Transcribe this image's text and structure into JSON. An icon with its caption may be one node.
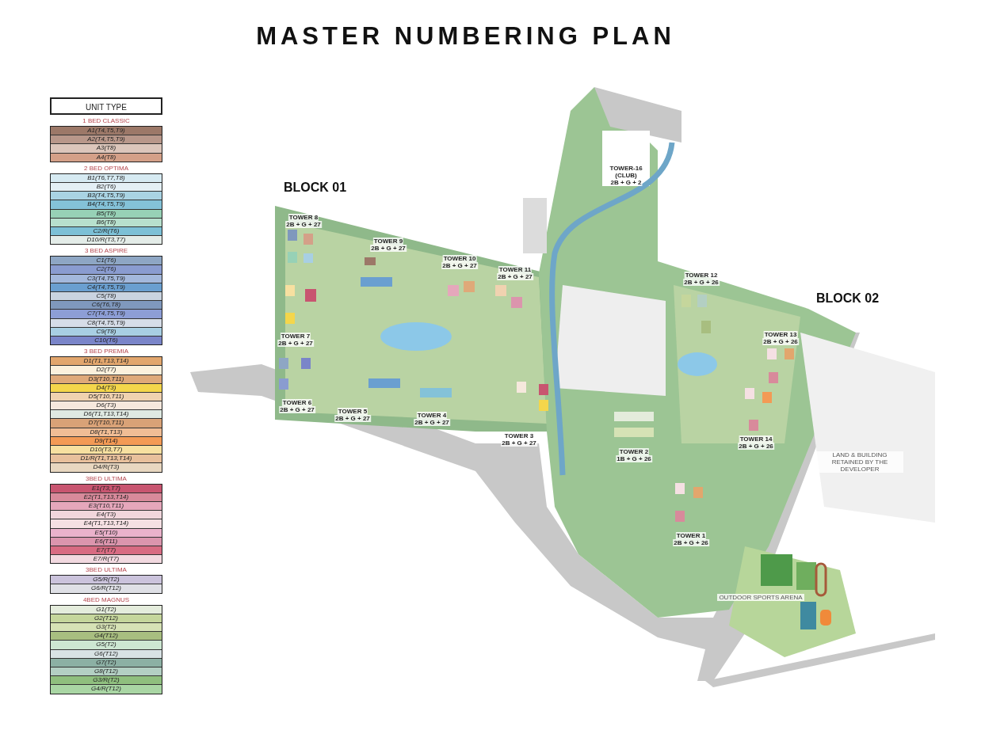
{
  "diagram": {
    "title": "MASTER NUMBERING PLAN",
    "labels": [
      "UNIT TYPE",
      "1 BED CLASSIC",
      "2 BED OPTIMA",
      "3 BED ASPIRE",
      "3 BED PREMIA",
      "3BED ULTIMA",
      "3BED ULTIMA",
      "4BED MAGNUS",
      "BLOCK 01",
      "TOWER 8",
      "2B + G + 27",
      "TOWER 9",
      "2B + G + 27",
      "TOWER 10",
      "2B + G + 27",
      "TOWER 11",
      "2B + G + 27",
      "TOWER 7",
      "2B + G + 27",
      "TOWER 6",
      "2B + G + 27",
      "TOWER 5",
      "2B + G + 27",
      "TOWER 4",
      "2B + G + 27",
      "TOWER 3",
      "2B + G + 27",
      "TOWER-16",
      "(CLUB)",
      "2B + G + 2",
      "TOWER 12",
      "2B + G + 26",
      "BLOCK 02",
      "TOWER 13",
      "2B + G + 26",
      "TOWER 14",
      "2B + G + 26",
      "TOWER 2",
      "1B + G + 26",
      "LAND & BUILDING RETAINED BY THE DEVELOPER",
      "TOWER 1",
      "2B + G + 26",
      "OUTDOOR SPORTS ARENA"
    ],
    "legend": [
      {
        "text": "A1(T4,T5,T9)",
        "color": "#9c7868"
      },
      {
        "text": "A2(T4,T5,T9)",
        "color": "#b8978a"
      },
      {
        "text": "A3(T8)",
        "color": "#dcc6bb"
      },
      {
        "text": "A4(T8)",
        "color": "#d4a088"
      },
      {
        "text": "B1(T6,T7,T8)",
        "color": "#d6eaf2"
      },
      {
        "text": "B2(T6)",
        "color": "#e4f0f5"
      },
      {
        "text": "B3(T4,T5,T9)",
        "color": "#a9d3e3"
      },
      {
        "text": "B4(T4,T5,T9)",
        "color": "#84c2d8"
      },
      {
        "text": "B5(T8)",
        "color": "#97d1b6"
      },
      {
        "text": "B6(T8)",
        "color": "#b7e0cd"
      },
      {
        "text": "C2/R(T6)",
        "color": "#7cc0d6"
      },
      {
        "text": "D10/R(T3,T7)",
        "color": "#e3ece8"
      },
      {
        "text": "C1(T6)",
        "color": "#8ea6c4"
      },
      {
        "text": "C2(T6)",
        "color": "#8a9cd0"
      },
      {
        "text": "C3(T4,T5,T9)",
        "color": "#a3b8dc"
      },
      {
        "text": "C4(T4,T5,T9)",
        "color": "#6a9fd0"
      },
      {
        "text": "C5(T8)",
        "color": "#c9d3e0"
      },
      {
        "text": "C6(T6,T8)",
        "color": "#7f98bd"
      },
      {
        "text": "C7(T4,T5,T9)",
        "color": "#8d9ed6"
      },
      {
        "text": "C8(T4,T5,T9)",
        "color": "#d6dde8"
      },
      {
        "text": "C9(T8)",
        "color": "#a8cfe3"
      },
      {
        "text": "C10(T6)",
        "color": "#7a85c9"
      },
      {
        "text": "D1(T1,T13,T14)",
        "color": "#e2a66d"
      },
      {
        "text": "D2(T7)",
        "color": "#fbf0dc"
      },
      {
        "text": "D3(T10,T11)",
        "color": "#dfa979"
      },
      {
        "text": "D4(T3)",
        "color": "#f4d64b"
      },
      {
        "text": "D5(T10,T11)",
        "color": "#f0d2b0"
      },
      {
        "text": "D6(T3)",
        "color": "#f6e8dd"
      },
      {
        "text": "D6(T1,T13,T14)",
        "color": "#dfe9e2"
      },
      {
        "text": "D7(T10,T11)",
        "color": "#d9a277"
      },
      {
        "text": "D8(T1,T13)",
        "color": "#f0bd95"
      },
      {
        "text": "D9(T14)",
        "color": "#f39a55"
      },
      {
        "text": "D10(T3,T7)",
        "color": "#f7e0a0"
      },
      {
        "text": "D1/R(T1,T13,T14)",
        "color": "#e8c09c"
      },
      {
        "text": "D4/R(T3)",
        "color": "#e8d7c0"
      },
      {
        "text": "E1(T3,T7)",
        "color": "#c85570"
      },
      {
        "text": "E2(T1,T13,T14)",
        "color": "#d88a9b"
      },
      {
        "text": "E3(T10,T11)",
        "color": "#e5a7bb"
      },
      {
        "text": "E4(T3)",
        "color": "#f1d6dc"
      },
      {
        "text": "E4(T1,T13,T14)",
        "color": "#f5e0e3"
      },
      {
        "text": "E5(T10)",
        "color": "#eab2cb"
      },
      {
        "text": "E6(T11)",
        "color": "#db95ad"
      },
      {
        "text": "E7(T7)",
        "color": "#d86b82"
      },
      {
        "text": "E7/R(T7)",
        "color": "#f2d9e0"
      },
      {
        "text": "G5/R(T2)",
        "color": "#cbc3dc"
      },
      {
        "text": "G6/R(T12)",
        "color": "#dfe0e6"
      },
      {
        "text": "G1(T2)",
        "color": "#e4ecdc"
      },
      {
        "text": "G2(T12)",
        "color": "#c5d69c"
      },
      {
        "text": "G3(T2)",
        "color": "#d6e2b5"
      },
      {
        "text": "G4(T12)",
        "color": "#a8be80"
      },
      {
        "text": "G5(T2)",
        "color": "#cde7d2"
      },
      {
        "text": "G6(T12)",
        "color": "#d8e2e4"
      },
      {
        "text": "G7(T2)",
        "color": "#8cb0a4"
      },
      {
        "text": "G8(T12)",
        "color": "#b3cfc3"
      },
      {
        "text": "G3/R(T2)",
        "color": "#8fbf7e"
      },
      {
        "text": "G4/R(T12)",
        "color": "#a9d6a4"
      }
    ]
  }
}
